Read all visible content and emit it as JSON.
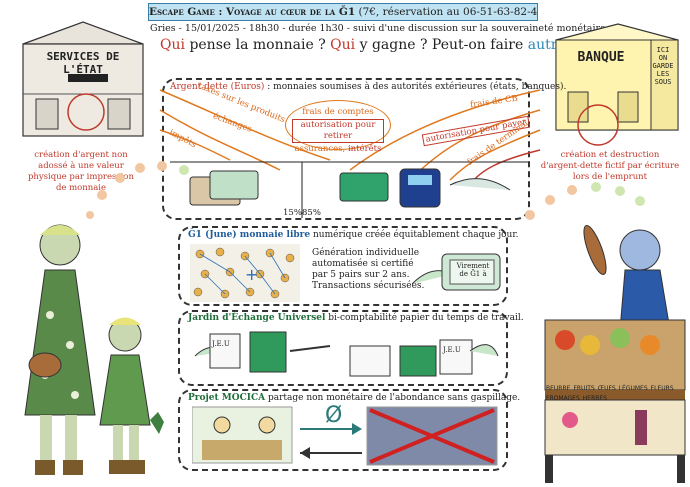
{
  "header": {
    "title_part1": "Escape Game : Voyage au cœur de la Ğ1",
    "title_part2": "(7€, réservation au 06-51-63-82-49)",
    "subtitle": "Gries - 15/01/2025 - 18h30 - durée 1h30 - suivi d'une discussion sur la souveraineté monétaire",
    "question": {
      "q1_red": "Qui",
      "q1_rest": "pense la monnaie ?",
      "q2_red": "Qui",
      "q2_rest": "y gagne ? Peut-on faire",
      "q3_blue": "autrement",
      "q3_end": "?"
    }
  },
  "left_building": {
    "sign": "SERVICES DE L'ÉTAT",
    "note": "création d'argent non adossé à une valeur physique par impression de monnaie"
  },
  "right_building": {
    "sign": "BANQUE",
    "side_text": "ICI ON GARDE LES SOUS",
    "note": "création et destruction d'argent-dette fictif par écriture lors de l'emprunt"
  },
  "panel_debt": {
    "title_red": "Argent dette (Euros)",
    "title_rest": ": monnaies soumises à des autorités extérieures (états, banques).",
    "labels": {
      "taxes": "taxes sur les produits",
      "echanges": "échanges",
      "impots": "impôts",
      "frais_comptes": "frais de comptes",
      "autorisation_retirer": "autorisation pour retirer",
      "assurances": "assurances,",
      "interets": "intérêts",
      "frais_cb": "frais de CB",
      "autorisation_payer": "autorisation pour payer",
      "frais_terminal": "frais de terminal",
      "pct15": "15%",
      "pct85": "85%"
    }
  },
  "panel_g1": {
    "title": "Ğ1 (June) monnaie libre",
    "title_rest": "numérique créée équitablement chaque jour.",
    "body": [
      "Génération individuelle",
      "automatisée si certifié",
      "par 5 pairs sur 2 ans.",
      "Transactions sécurisées."
    ],
    "phone_text": "Virement de Ğ1 à"
  },
  "panel_jeu": {
    "title": "Jardin d'Échange Universel",
    "title_rest": "bi-comptabilité papier du temps de travail.",
    "card_text": "J.E.U"
  },
  "panel_mocica": {
    "title": "Projet MOCICA",
    "title_rest": "partage non monétaire de l'abondance sans gaspillage.",
    "symbol": "Ø"
  },
  "market": {
    "signs": [
      "BEURRE",
      "FRUITS",
      "ŒUFS",
      "LÉGUMES",
      "FLEURS",
      "FROMAGES",
      "HERBES"
    ]
  },
  "colors": {
    "title_bg": "#bfe3f2",
    "red": "#c0392b",
    "orange": "#e07a1f",
    "blue": "#1f5c9a",
    "green": "#1f6e3a"
  }
}
